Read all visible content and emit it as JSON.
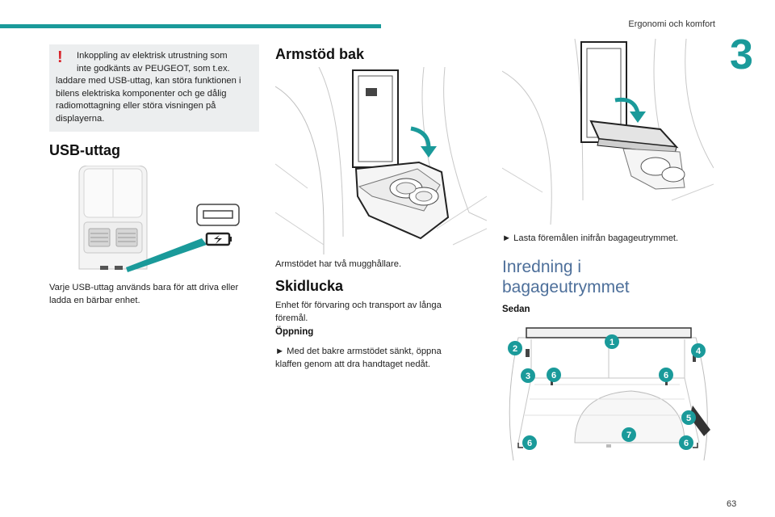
{
  "header": {
    "section_title": "Ergonomi och komfort",
    "chapter_number": "3"
  },
  "warning": {
    "line1": "Inkoppling av elektrisk utrustning som",
    "line2": "inte godkänts av PEUGEOT, som t.ex.",
    "rest": "laddare med USB-uttag, kan störa funktionen i bilens elektriska komponenter och ge dålig radiomottagning eller störa visningen på displayerna."
  },
  "usb": {
    "heading": "USB-uttag",
    "text": "Varje USB-uttag används bara för att driva eller ladda en bärbar enhet."
  },
  "armrest": {
    "heading": "Armstöd bak",
    "text": "Armstödet har två mugghållare."
  },
  "ski_hatch": {
    "heading": "Skidlucka",
    "text": "Enhet för förvaring och transport av långa föremål.",
    "subheading": "Öppning",
    "step": "► Med det bakre armstödet sänkt, öppna klaffen genom att dra handtaget nedåt."
  },
  "load": {
    "step": "► Lasta föremålen inifrån bagageutrymmet."
  },
  "boot": {
    "heading": "Inredning i bagageutrymmet",
    "subheading": "Sedan",
    "callouts": [
      "1",
      "2",
      "3",
      "4",
      "5",
      "6",
      "6",
      "6",
      "6",
      "7"
    ]
  },
  "footer": {
    "page_number": "63"
  },
  "colors": {
    "accent": "#1a9a9a",
    "warning": "#d8232a",
    "heading_blue": "#4d6f9a"
  }
}
